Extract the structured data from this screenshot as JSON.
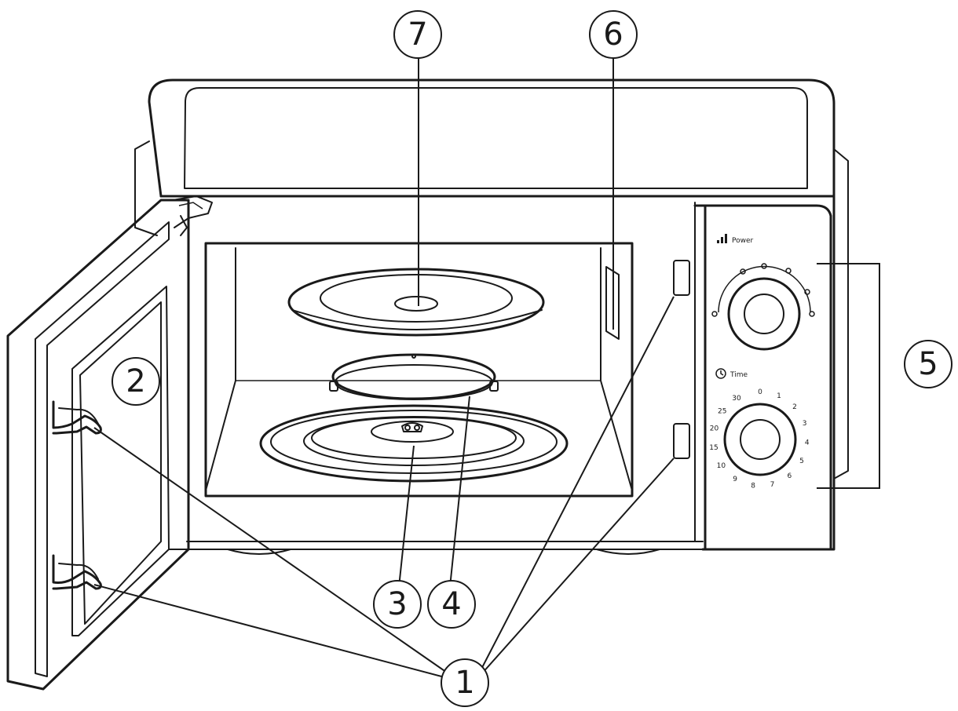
{
  "callouts": [
    {
      "id": "1",
      "label": "1"
    },
    {
      "id": "2",
      "label": "2"
    },
    {
      "id": "3",
      "label": "3"
    },
    {
      "id": "4",
      "label": "4"
    },
    {
      "id": "5",
      "label": "5"
    },
    {
      "id": "6",
      "label": "6"
    },
    {
      "id": "7",
      "label": "7"
    }
  ],
  "control_panel": {
    "power_label": "Power",
    "time_label": "Time",
    "timer_marks": [
      "0",
      "1",
      "2",
      "3",
      "4",
      "5",
      "6",
      "7",
      "8",
      "9",
      "10",
      "15",
      "20",
      "25",
      "30"
    ]
  }
}
